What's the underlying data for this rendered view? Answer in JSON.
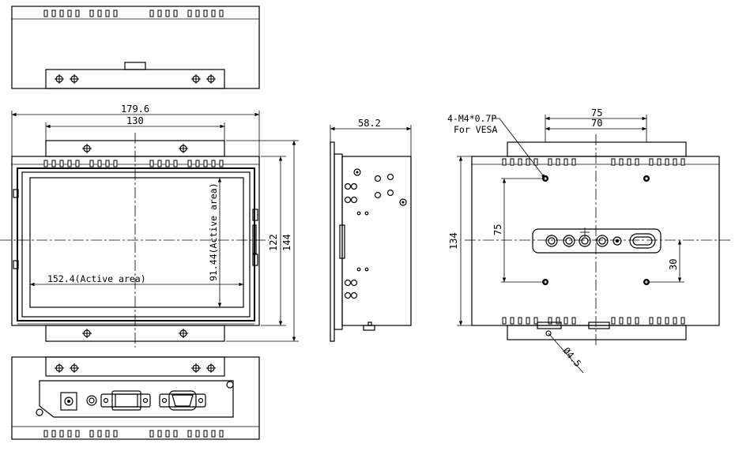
{
  "dimensions": {
    "overall_width": "179.6",
    "bracket_width": "130",
    "depth": "58.2",
    "height_122": "122",
    "height_144": "144",
    "active_width": "152.4(Active area)",
    "active_height": "91.44(Active area)",
    "vesa_75_h": "75",
    "vesa_70": "70",
    "vesa_75_v": "75",
    "rear_height": "134",
    "offset_30": "30",
    "hole_dia": "Ø4.5"
  },
  "vesa_note": {
    "line1": "4-M4*0.7P",
    "line2": "For VESA"
  }
}
